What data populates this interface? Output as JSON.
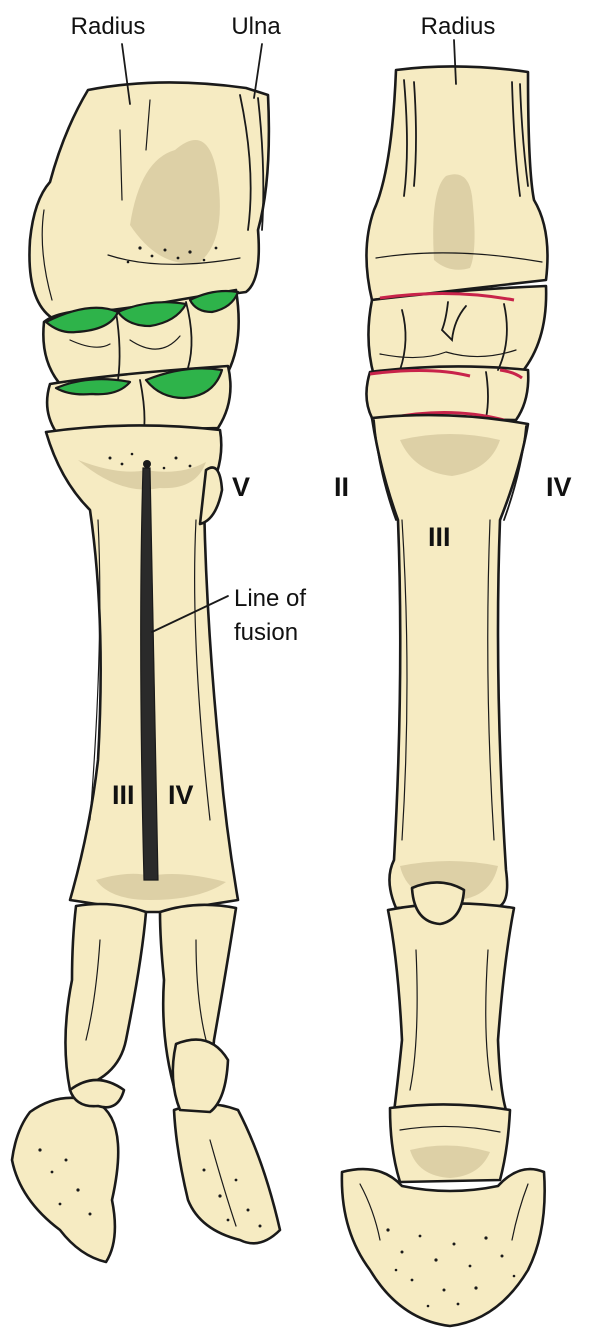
{
  "left_limb": {
    "labels": {
      "radius": "Radius",
      "ulna": "Ulna",
      "line_of_fusion_1": "Line of",
      "line_of_fusion_2": "fusion",
      "digit_v": "V",
      "digit_iii": "III",
      "digit_iv": "IV"
    }
  },
  "right_limb": {
    "labels": {
      "radius": "Radius",
      "digit_ii": "II",
      "digit_iii": "III",
      "digit_iv": "IV"
    }
  },
  "colors": {
    "bone": "#f6ebc2",
    "outline": "#1a1a1a",
    "cartilage": "#2eb34a",
    "growth_plate": "#c8234a",
    "shading": "#c9b98f"
  }
}
